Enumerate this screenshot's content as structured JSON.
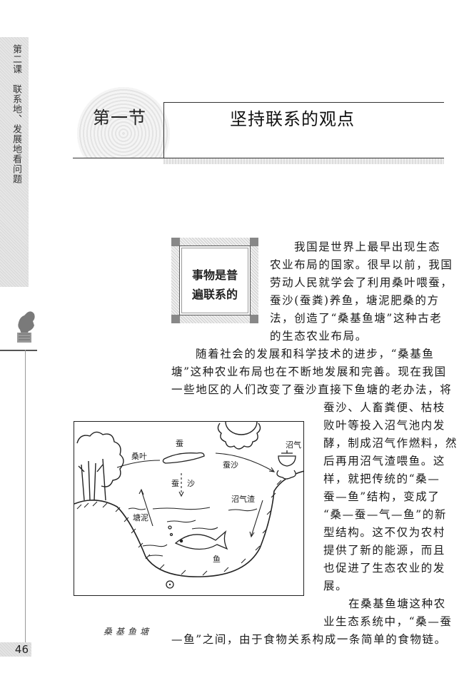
{
  "sidebar": {
    "chapter_label": "第二课　联系地、发展地看问题",
    "page_number": "46",
    "icon": "thinker-statue-icon"
  },
  "section": {
    "number": "第一节",
    "title": "坚持联系的观点"
  },
  "keypoint_box": {
    "text_line1": "事物是普",
    "text_line2": "遍联系的"
  },
  "body": {
    "p1_lines": [
      "我国是世界上最早出现生态",
      "农业布局的国家。很早以前，我国",
      "劳动人民就学会了利用桑叶喂蚕，",
      "蚕沙(蚕粪)养鱼，塘泥肥桑的方",
      "法，创造了“桑基鱼塘”这种古老",
      "的生态农业布局。"
    ],
    "p2_lines": [
      "随着社会的发展和科学技术的进步，“桑基鱼",
      "塘”这种农业布局也在不断地发展和完善。现在我国",
      "一些地区的人们改变了蚕沙直接下鱼塘的老办法，将"
    ],
    "p2_right_lines": [
      "蚕沙、人畜粪便、枯枝",
      "败叶等投入沼气池内发",
      "酵，制成沼气作燃料，然",
      "后再用沼气渣喂鱼。这",
      "样，就把传统的“桑—",
      "蚕—鱼”结构，变成了",
      "“桑—蚕—气—鱼”的新",
      "型结构。这不仅为农村",
      "提供了新的能源，而且",
      "也促进了生态农业的发",
      "展。"
    ],
    "p3_lines": [
      "在桑基鱼塘这种农",
      "业生态系统中，“桑—蚕",
      "—鱼”之间，由于食物关系构成一条简单的食物链。"
    ]
  },
  "diagram": {
    "caption": "桑基鱼塘",
    "labels": {
      "silkworm": "蚕",
      "mulberry_leaf": "桑叶",
      "silkworm_sand": "蚕沙",
      "silkworm_sand_vertical_1": "蚕",
      "silkworm_sand_vertical_2": "沙",
      "biogas": "沼气",
      "biogas_residue": "沼气渣",
      "pond_mud": "塘泥",
      "fish": "鱼"
    }
  }
}
